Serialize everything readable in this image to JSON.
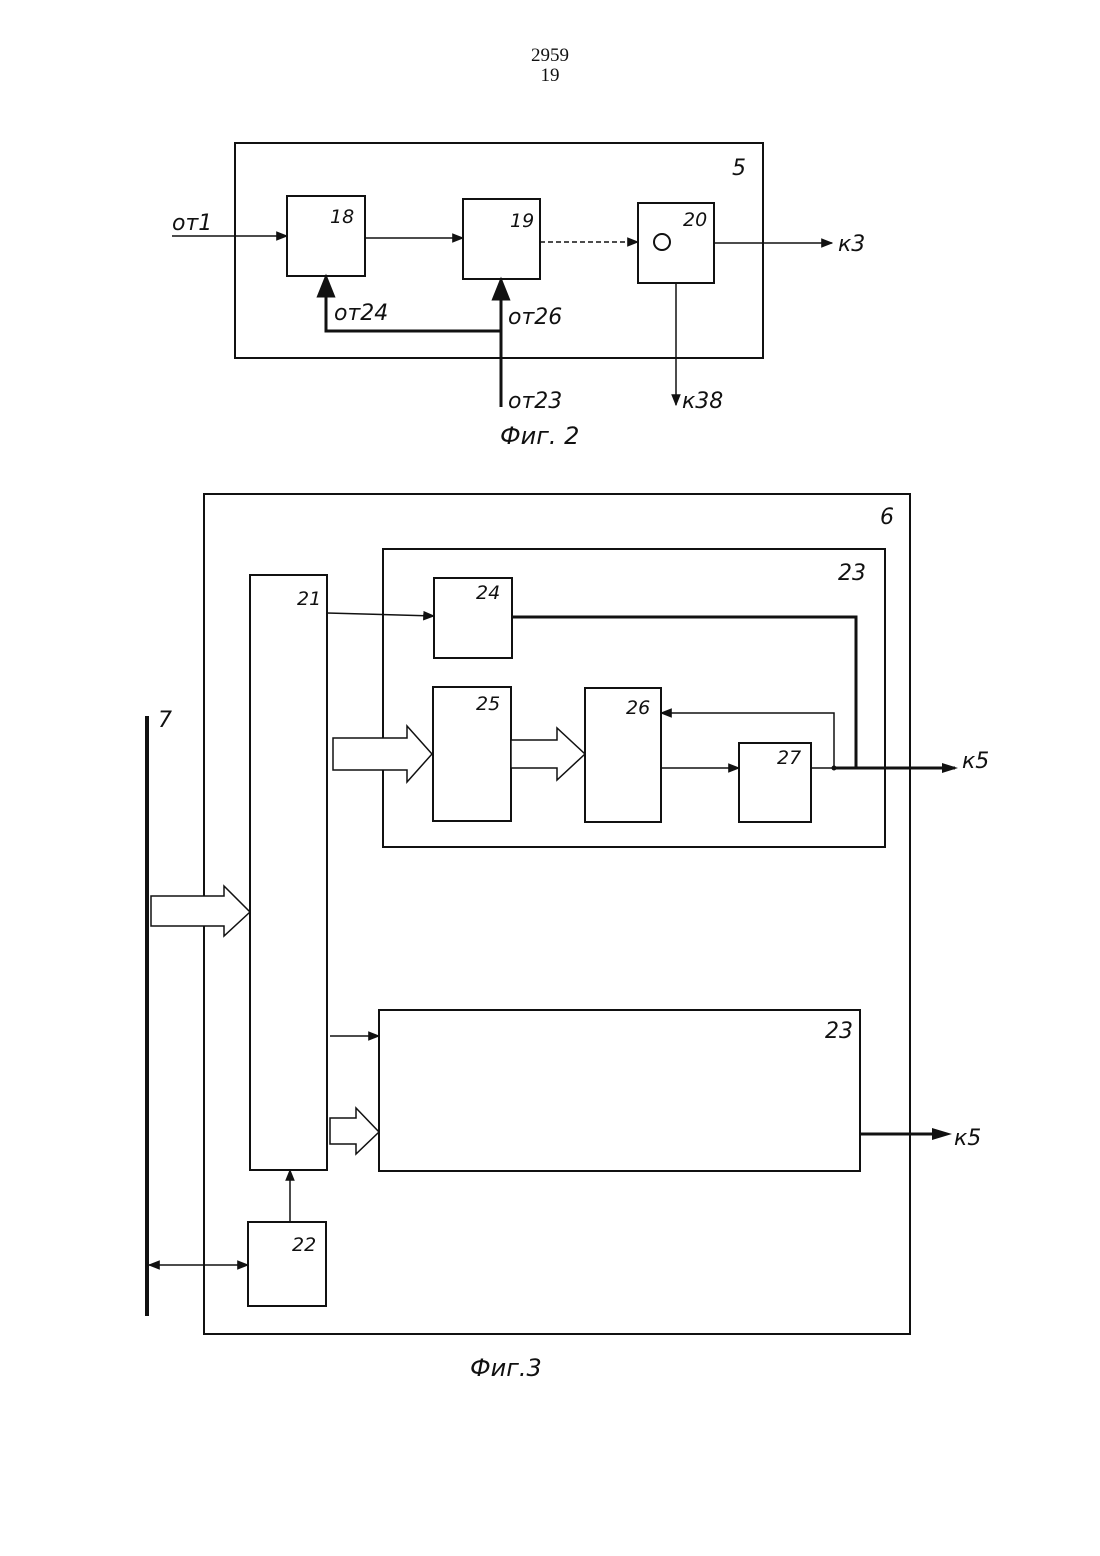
{
  "header": {
    "patent_number": "2959",
    "page_number": "19"
  },
  "fig2": {
    "caption": "Фиг. 2",
    "unit_label": "5",
    "blocks": [
      "18",
      "19",
      "20"
    ],
    "inputs": {
      "from_1": "от1",
      "from_24": "от24",
      "from_26": "от26",
      "from_23": "от23"
    },
    "outputs": {
      "to_3": "к3",
      "to_38": "к38"
    }
  },
  "fig3": {
    "caption": "Фиг.3",
    "unit_label": "6",
    "bus_label": "7",
    "blocks": [
      "21",
      "22",
      "24",
      "25",
      "26",
      "27"
    ],
    "sub_unit_top_label": "23",
    "sub_unit_bottom_label": "23",
    "outputs": {
      "to_5_top": "к5",
      "to_5_bottom": "к5"
    }
  }
}
